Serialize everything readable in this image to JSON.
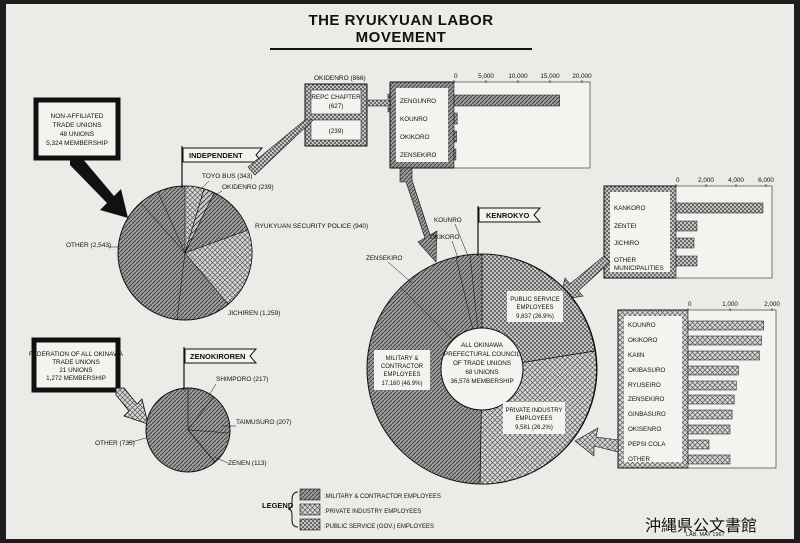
{
  "title": "THE RYUKYUAN LABOR MOVEMENT",
  "watermark": "沖縄県公文書館",
  "non_affiliated": {
    "title": "NON-AFFILIATED",
    "line2": "TRADE UNIONS",
    "unions": "48 UNIONS",
    "membership": "5,324 MEMBERSHIP"
  },
  "independent": {
    "flag": "INDEPENDENT",
    "labels": {
      "toyo_bus": "TOYO BUS (343)",
      "okidenro": "OKIDENRO (239)",
      "security_police": "RYUKYUAN SECURITY POLICE (940)",
      "jichiren": "JICHIREN (1,259)",
      "other": "OTHER (2,543)"
    }
  },
  "federation": {
    "line1": "FEDERATION OF ALL OKINAWA",
    "line2": "TRADE UNIONS",
    "unions": "21 UNIONS",
    "membership": "1,272 MEMBERSHIP"
  },
  "zenokiroren": {
    "flag": "ZENOKIROREN",
    "labels": {
      "shimporo": "SHIMPORO (217)",
      "taimusuro": "TAIMUSURO (207)",
      "zenen": "ZENEN (113)",
      "other": "OTHER (735)"
    }
  },
  "okidenro_box": {
    "title": "OKIDENRO (866)",
    "repc_line1": "REPC CHAPTER",
    "repc_line2": "(627)",
    "other": "(239)"
  },
  "top_bar": {
    "ticks": [
      "0",
      "5,000",
      "10,000",
      "15,000",
      "20,000"
    ],
    "labels": [
      "ZENGUNRO",
      "KOUNRO",
      "OKIKORO",
      "ZENSEKIRO"
    ]
  },
  "public_bar": {
    "ticks": [
      "0",
      "2,000",
      "4,000",
      "6,000"
    ],
    "labels": [
      "KANKORO",
      "ZENTEI",
      "JICHIRO",
      "OTHER",
      "MUNICIPALITIES"
    ]
  },
  "private_bar": {
    "ticks": [
      "0",
      "1,000",
      "2,000"
    ],
    "labels": [
      "KOUNRO",
      "OKIKORO",
      "KAIIN",
      "OKIBASURO",
      "RYUSEIRO",
      "ZENSEKIRO",
      "GINBASURO",
      "OKISENRO",
      "PEPSI COLA",
      "OTHER"
    ]
  },
  "kenrokyo": {
    "flag": "KENROKYO",
    "kounro": "KOUNRO",
    "okikoro": "OKIKORO",
    "zensekiro": "ZENSEKIRO",
    "center": [
      "ALL OKINAWA",
      "PREFECTURAL COUNCIL",
      "OF TRADE UNIONS",
      "68 UNIONS",
      "36,578 MEMBERSHIP"
    ],
    "public": [
      "PUBLIC SERVICE",
      "EMPLOYEES",
      "9,837 (26.9%)"
    ],
    "military": [
      "MILITARY &",
      "CONTRACTOR",
      "EMPLOYEES",
      "17,160 (46.9%)"
    ],
    "private": [
      "PRIVATE INDUSTRY",
      "EMPLOYEES",
      "9,581 (26.2%)"
    ]
  },
  "legend": {
    "title": "LEGEND",
    "military": ":MILITARY & CONTRACTOR EMPLOYEES",
    "private": ":PRIVATE INDUSTRY EMPLOYEES",
    "public": ":PUBLIC SERVICE (GOV.) EMPLOYEES"
  },
  "stamp": "LAB. MAY 1967",
  "chart_data": [
    {
      "type": "bar",
      "categories": [
        "ZENGUNRO",
        "KOUNRO",
        "OKIKORO",
        "ZENSEKIRO"
      ],
      "values": [
        16500,
        500,
        400,
        300
      ],
      "xlim": [
        0,
        20000
      ]
    },
    {
      "type": "bar",
      "categories": [
        "KANKORO",
        "ZENTEI",
        "JICHIRO",
        "OTHER MUNICIPALITIES"
      ],
      "values": [
        5800,
        1400,
        1200,
        1400
      ],
      "xlim": [
        0,
        6000
      ]
    },
    {
      "type": "bar",
      "categories": [
        "KOUNRO",
        "OKIKORO",
        "KAIIN",
        "OKIBASURO",
        "RYUSEIRO",
        "ZENSEKIRO",
        "GINBASURO",
        "OKISENRO",
        "PEPSI COLA",
        "OTHER"
      ],
      "values": [
        1800,
        1750,
        1700,
        1200,
        1150,
        1100,
        1050,
        1000,
        500,
        1000
      ],
      "xlim": [
        0,
        2000
      ]
    }
  ]
}
